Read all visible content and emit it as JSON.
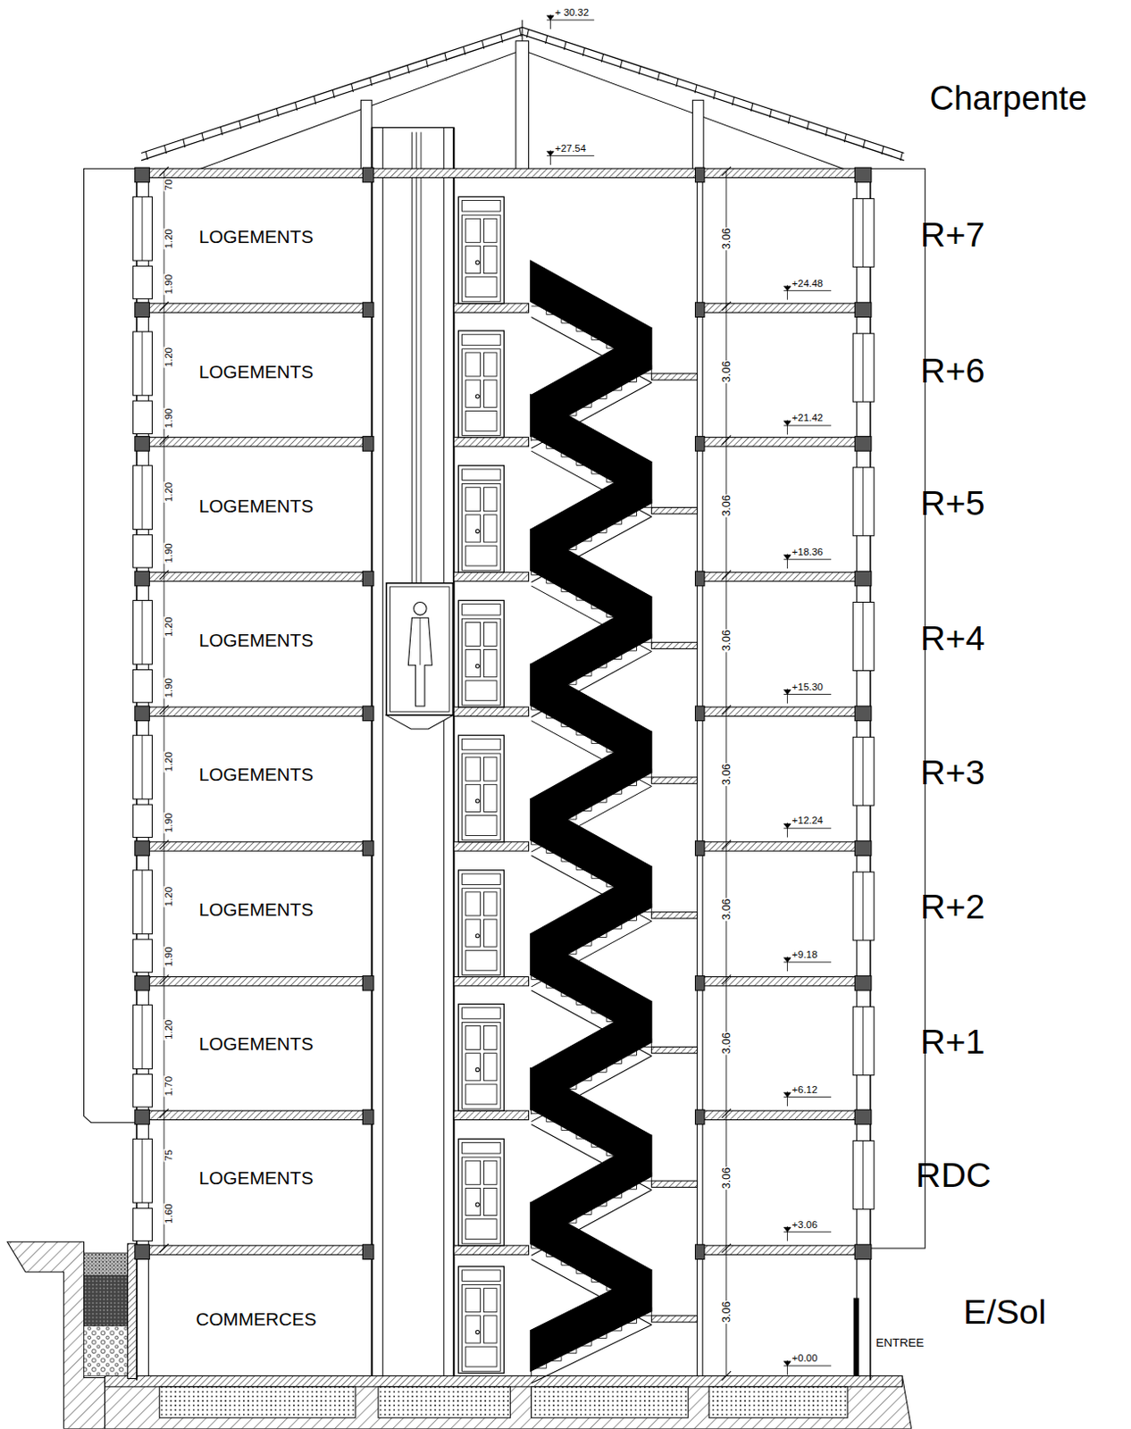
{
  "diagram": {
    "labels": [
      "+ 30.32",
      "Charpente",
      "+27.54",
      "70",
      "1.20",
      "1.90",
      "LOGEMENTS",
      "3.06",
      "R+7",
      "+24.48",
      "1.20",
      "1.90",
      "LOGEMENTS",
      "3.06",
      "R+6",
      "+21.42",
      "1.20",
      "1.90",
      "LOGEMENTS",
      "3.06",
      "R+5",
      "+18.36",
      "1.20",
      "1.90",
      "LOGEMENTS",
      "3.06",
      "R+4",
      "+15.30",
      "1.20",
      "1.90",
      "LOGEMENTS",
      "3.06",
      "R+3",
      "+12.24",
      "1.20",
      "1.90",
      "LOGEMENTS",
      "3.06",
      "R+2",
      "+9.18",
      "1.20",
      "1.70",
      "LOGEMENTS",
      "3.06",
      "R+1",
      "+6.12",
      "75",
      "1.60",
      "LOGEMENTS",
      "3.06",
      "RDC",
      "+3.06",
      "COMMERCES",
      "3.06",
      "E/Sol",
      "ENTREE",
      "+0.00"
    ]
  }
}
